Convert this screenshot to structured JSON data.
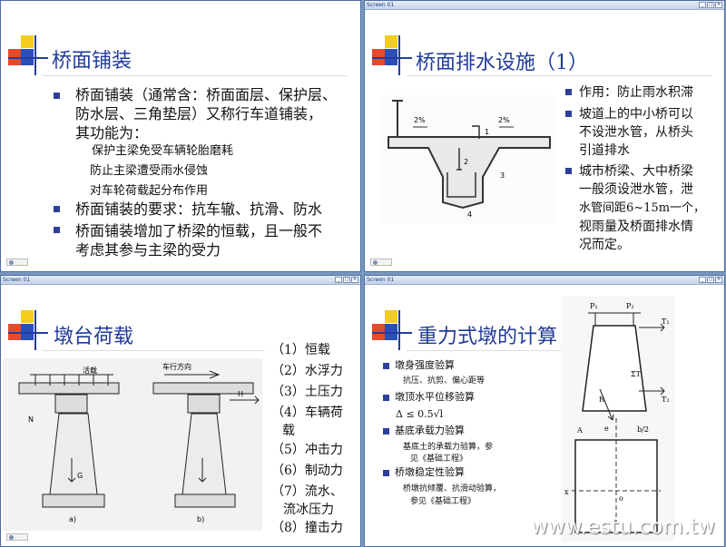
{
  "screen_label": "Screen 01",
  "slides": [
    {
      "title": "桥面铺装",
      "lines": [
        "桥面铺装（通常含：桥面面层、保护层、",
        "防水层、三角垫层）又称行车道铺装，",
        "其功能为：",
        "保护主梁免受车辆轮胎磨耗",
        "防止主梁遭受雨水侵蚀",
        "对车轮荷载起分布作用",
        "桥面铺装的要求：抗车辙、抗滑、防水",
        "桥面铺装增加了桥梁的恒载，且一般不",
        "考虑其参与主梁的受力"
      ]
    },
    {
      "title": "桥面排水设施（1）",
      "lines": [
        "作用：防止雨水积滞",
        "坡道上的中小桥可以",
        "不设泄水管，从桥头",
        "引道排水",
        "城市桥梁、大中桥梁",
        "一般须设泄水管，泄",
        "水管间距6~15m一个，",
        "视雨量及桥面排水情",
        "况而定。"
      ],
      "figure": [
        "2%",
        "2%",
        "1",
        "2",
        "3",
        "4"
      ]
    },
    {
      "title": "墩台荷载",
      "items": [
        "（1）恒载",
        "（2）水浮力",
        "（3）土压力",
        "（4）车辆荷",
        "载",
        "（5）冲击力",
        "（6）制动力",
        "（7）流水、",
        "流冰压力",
        "（8）撞击力"
      ],
      "figure_labels": [
        "活载",
        "车行方向",
        "H",
        "N",
        "G",
        "a)",
        "b)"
      ]
    },
    {
      "title": "重力式墩的计算",
      "items": [
        "墩身强度验算",
        "抗压、抗剪、偏心距等",
        "墩顶水平位移验算",
        "Δ ≤ 0.5√l",
        "基底承载力验算",
        "基底土的承载力验算，参",
        "见《基础工程》",
        "桥墩稳定性验算",
        "桥墩抗倾覆、抗滑动验算，",
        "参见《基础工程》"
      ],
      "figure_labels": [
        "P₁",
        "P₂",
        "T₁",
        "T₂",
        "ΣT",
        "R",
        "e",
        "b/2",
        "A",
        "x",
        "o"
      ]
    }
  ],
  "watermark": "www.estu.com.tw"
}
